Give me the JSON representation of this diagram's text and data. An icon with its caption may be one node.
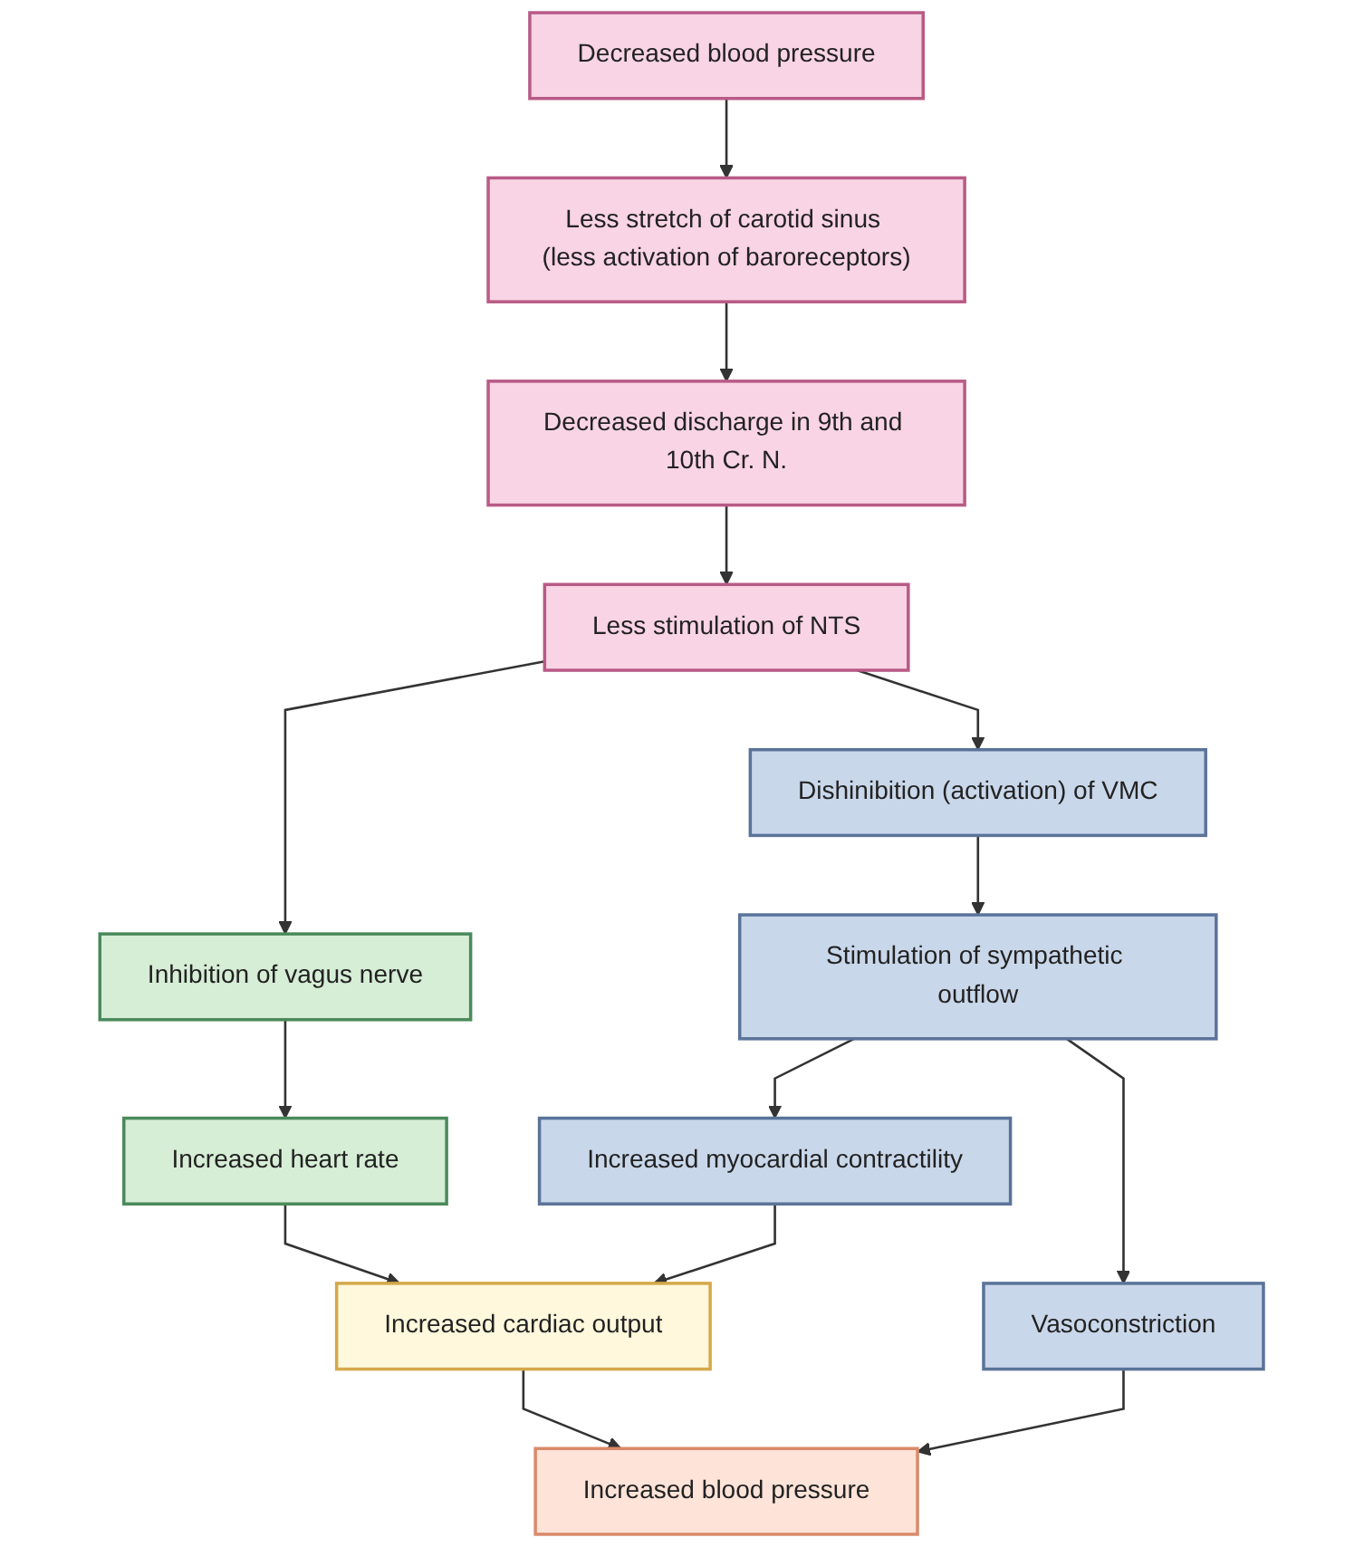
{
  "diagram": {
    "nodes": [
      {
        "text": [
          "Decreased blood pressure"
        ]
      },
      {
        "text": [
          "Less stretch of carotid sinus (less activation of baroreceptors)"
        ]
      },
      {
        "text": [
          "Decreased discharge in 9th and 10th Cr. N."
        ]
      },
      {
        "text": [
          "Less stimulation of NTS"
        ]
      },
      {
        "text": [
          "Inhibition of vagus nerve"
        ]
      },
      {
        "text": [
          "Increased heart rate"
        ]
      },
      {
        "text": [
          "Dishinibition (activation) of VMC"
        ]
      },
      {
        "text": [
          "Stimulation of sympathetic outflow"
        ]
      },
      {
        "text": [
          "Increased myocardial contractility"
        ]
      },
      {
        "text": [
          "Vasoconstriction"
        ]
      },
      {
        "text": [
          "Increased cardiac output"
        ]
      },
      {
        "text": [
          "Increased blood pressure"
        ]
      }
    ],
    "edges": [
      {
        "from": 0,
        "to": 1,
        "arrow": "to"
      },
      {
        "from": 1,
        "to": 2,
        "arrow": "to"
      },
      {
        "from": 2,
        "to": 3,
        "arrow": "to"
      },
      {
        "from": 3,
        "to": 4,
        "arrow": "to"
      },
      {
        "from": 3,
        "to": 6,
        "arrow": "to"
      },
      {
        "from": 4,
        "to": 5,
        "arrow": "to"
      },
      {
        "from": 6,
        "to": 7,
        "arrow": "to"
      },
      {
        "from": 7,
        "to": 8,
        "arrow": "to"
      },
      {
        "from": 7,
        "to": 9,
        "arrow": "to"
      },
      {
        "from": 8,
        "to": 10,
        "arrow": "to"
      },
      {
        "from": 5,
        "to": 10,
        "arrow": "to"
      },
      {
        "from": 10,
        "to": 11,
        "arrow": "to"
      },
      {
        "from": 9,
        "to": 11,
        "arrow": "to"
      }
    ]
  }
}
